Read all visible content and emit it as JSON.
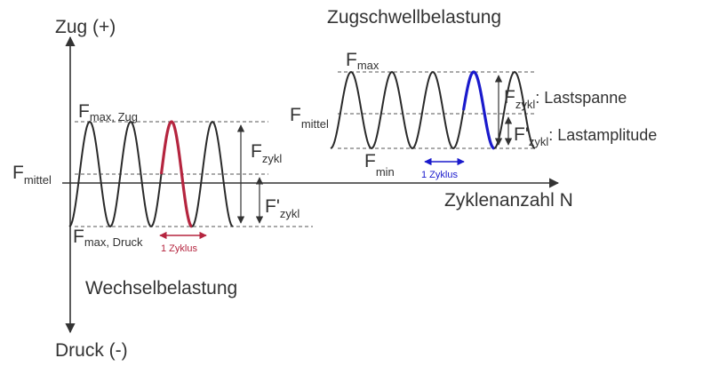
{
  "colors": {
    "axis": "#333333",
    "dashed": "#555555",
    "wave": "#2a2a2a",
    "highlight_left": "#b5253f",
    "highlight_right": "#1a1acc",
    "cycle_left_text": "#b5253f",
    "cycle_right_text": "#1a1acc"
  },
  "axes": {
    "y_top_label": "Zug (+)",
    "y_bottom_label": "Druck (-)",
    "x_label": "Zyklenanzahl N"
  },
  "left_diagram": {
    "title": "Wechselbelastung",
    "fmax_main": "F",
    "fmax_sub": "max, Zug",
    "fmittel_main": "F",
    "fmittel_sub": "mittel",
    "fmin_main": "F",
    "fmin_sub": "max, Druck",
    "fzykl_main": "F",
    "fzykl_sub": "zykl",
    "famp_main": "F'",
    "famp_sub": "zykl",
    "cycle_label": "1 Zyklus",
    "cycles": 4,
    "highlighted_cycle": 3
  },
  "right_diagram": {
    "title": "Zugschwellbelastung",
    "fmax_main": "F",
    "fmax_sub": "max",
    "fmittel_main": "F",
    "fmittel_sub": "mittel",
    "fmin_main": "F",
    "fmin_sub": "min",
    "fzykl_main": "F",
    "fzykl_sub": "zykl",
    "fzykl_desc": ": Lastspanne",
    "famp_main": "F'",
    "famp_sub": "zykl",
    "famp_desc": ": Lastamplitude",
    "cycle_label": "1 Zyklus",
    "cycles": 5,
    "highlighted_cycle": 4
  }
}
